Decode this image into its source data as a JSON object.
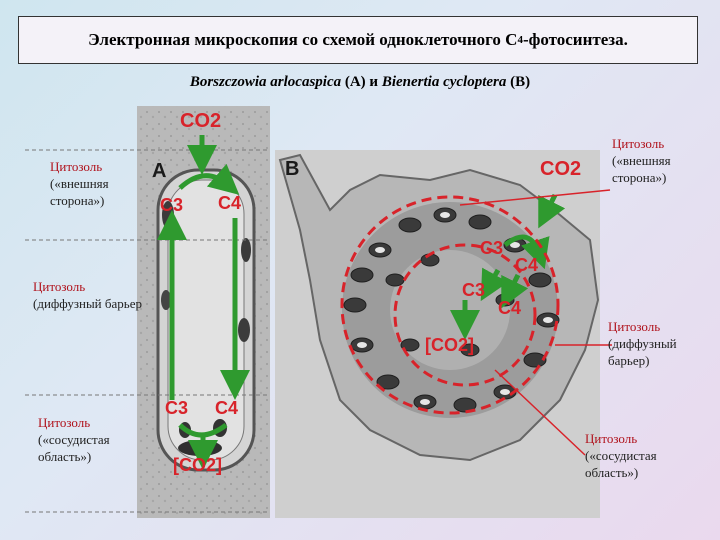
{
  "title": {
    "prefix": "Электронная микроскопия со схемой одноклеточного С",
    "sub": "4",
    "suffix": "-фотосинтеза."
  },
  "subtitle": {
    "species_a": "Borszczowia arlocaspica",
    "a_tag": " (А) и ",
    "species_b": "Bienertia cycloptera",
    "b_tag": " (В)"
  },
  "left_labels": [
    {
      "head": "Цитозоль",
      "body": "(«внешняя сторона»)"
    },
    {
      "head": "Цитозоль",
      "body": "(диффузный барьер"
    },
    {
      "head": "Цитозоль",
      "body": "(«сосудистая область»)"
    }
  ],
  "right_labels": [
    {
      "head": "Цитозоль",
      "body": "(«внешняя сторона»)"
    },
    {
      "head": "Цитозоль",
      "body": "(диффузный барьер)"
    },
    {
      "head": "Цитозоль",
      "body": "(«сосудистая область»)"
    }
  ],
  "panel_a": {
    "letter": "A",
    "co2_top": "CO2",
    "c3_top": "C3",
    "c4_top": "C4",
    "c3_bottom": "C3",
    "c4_bottom": "C4",
    "co2_bottom": "[CO2]"
  },
  "panel_b": {
    "letter": "B",
    "co2_top": "CO2",
    "c3_mid": "C3",
    "c4_mid": "C4",
    "c3_inner": "C3",
    "c4_inner": "C4",
    "co2_inner": "[CO2]"
  },
  "colors": {
    "arrow_green": "#2f9a2f",
    "label_red": "#d8232a",
    "head_red": "#b0121c"
  }
}
